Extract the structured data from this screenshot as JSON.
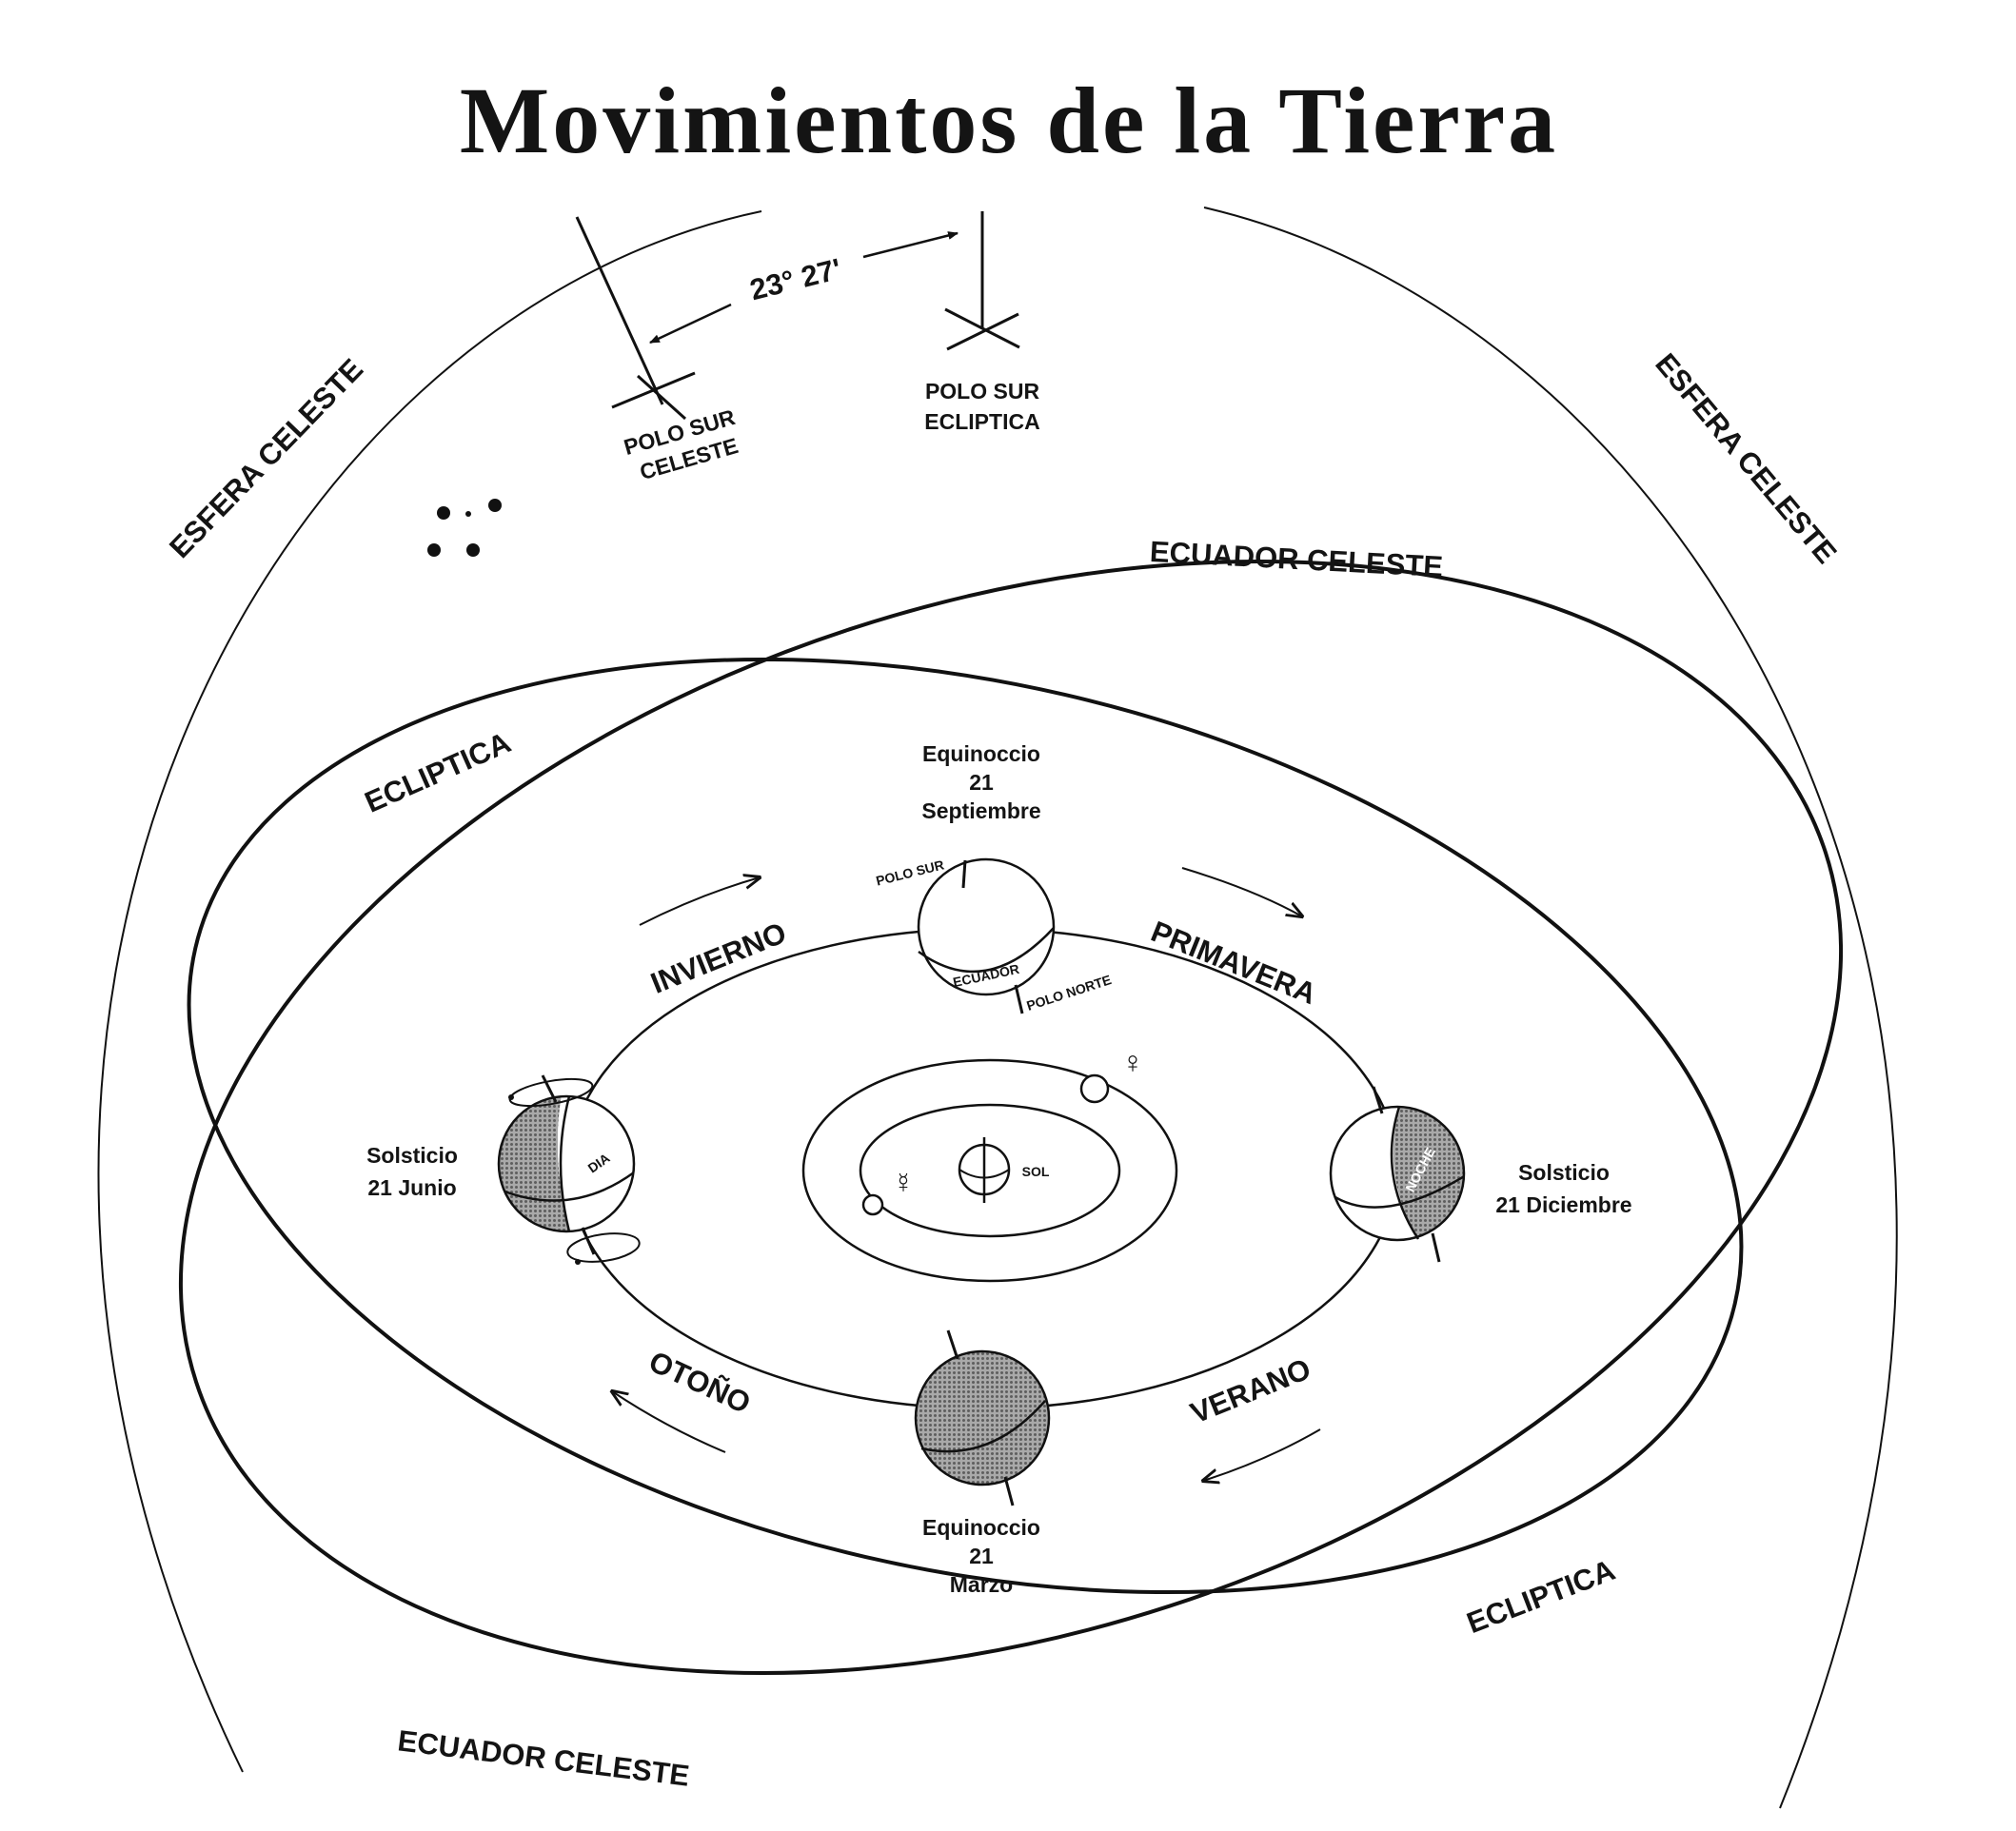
{
  "title": "Movimientos de la Tierra",
  "labels": {
    "esfera_celeste_left": "ESFERA CELESTE",
    "esfera_celeste_right": "ESFERA CELESTE",
    "polo_sur_celeste_1": "POLO SUR",
    "polo_sur_celeste_2": "CELESTE",
    "polo_sur_ecliptica_1": "POLO SUR",
    "polo_sur_ecliptica_2": "ECLIPTICA",
    "angle": "23°  27'",
    "ecuador_celeste_top": "ECUADOR CELESTE",
    "ecuador_celeste_bottom": "ECUADOR CELESTE",
    "ecliptica_left": "ECLIPTICA",
    "ecliptica_right": "ECLIPTICA",
    "invierno": "INVIERNO",
    "primavera": "PRIMAVERA",
    "otono": "OTOÑO",
    "verano": "VERANO",
    "sol": "SOL",
    "mercury_symbol": "☿",
    "venus_symbol": "♀",
    "polo_sur_small": "POLO SUR",
    "ecuador_small": "ECUADOR",
    "polo_norte_small": "POLO NORTE",
    "dia": "DIA",
    "noche": "NOCHE"
  },
  "events": {
    "sep": [
      "Equinoccio",
      "21",
      "Septiembre"
    ],
    "mar": [
      "Equinoccio",
      "21",
      "Marzo"
    ],
    "jun": [
      "Solsticio",
      "21 Junio"
    ],
    "dic": [
      "Solsticio",
      "21 Diciembre"
    ]
  },
  "colors": {
    "ink": "#111111",
    "shade": "#8f8f8f",
    "paper": "#ffffff"
  }
}
